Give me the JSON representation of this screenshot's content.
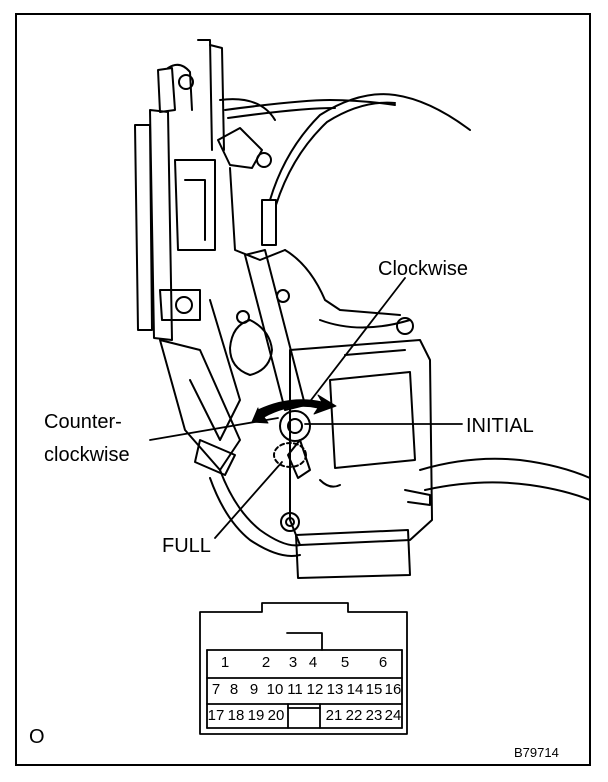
{
  "labels": {
    "clockwise": "Clockwise",
    "counter_line1": "Counter-",
    "counter_line2": "clockwise",
    "initial": "INITIAL",
    "full": "FULL",
    "corner_mark": "O",
    "figure_code": "B79714"
  },
  "connector": {
    "row1": [
      "1",
      "2",
      "3",
      "4",
      "5",
      "6"
    ],
    "row2": [
      "7",
      "8",
      "9",
      "10",
      "11",
      "12",
      "13",
      "14",
      "15",
      "16"
    ],
    "row3": [
      "17",
      "18",
      "19",
      "20",
      "21",
      "22",
      "23",
      "24"
    ]
  }
}
